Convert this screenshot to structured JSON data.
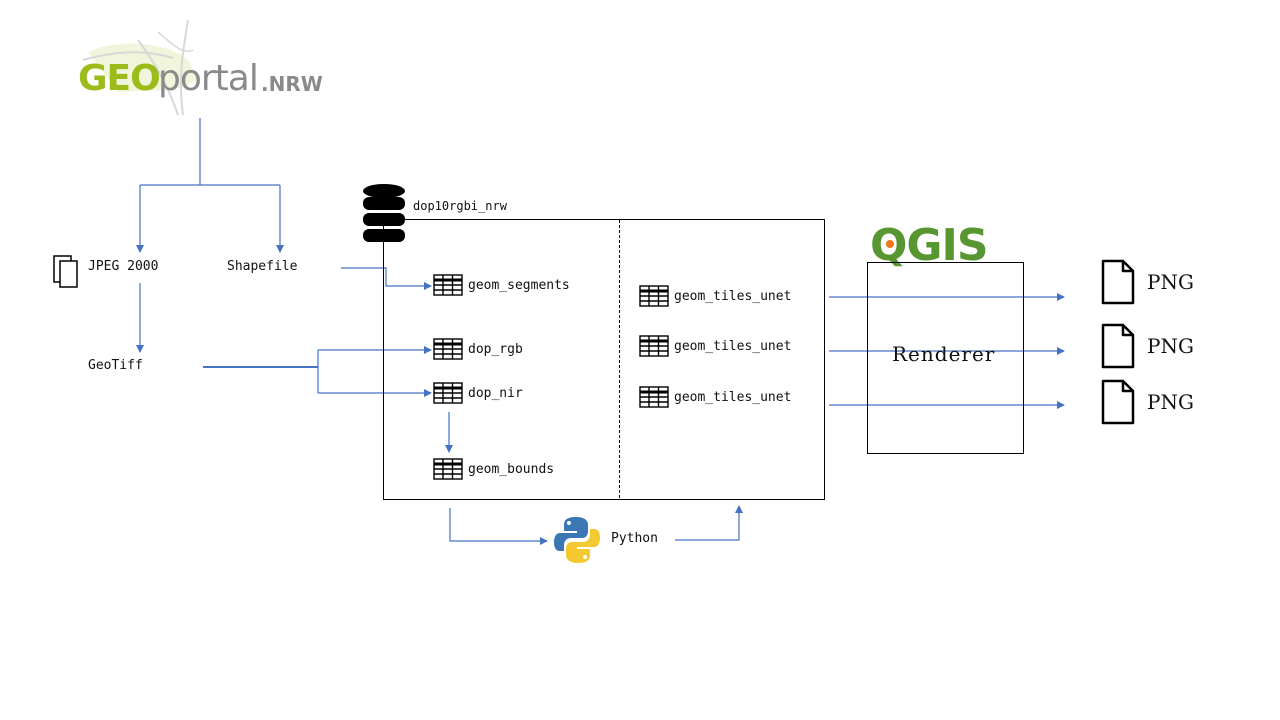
{
  "geoportal": {
    "logo_geo": "GEO",
    "logo_portal": "portal",
    "logo_nrw": ".NRW"
  },
  "sources": {
    "jpeg": "JPEG 2000",
    "shapefile": "Shapefile",
    "geotiff": "GeoTiff"
  },
  "database": {
    "name": "dop10rgbi_nrw",
    "tables_left": [
      "geom_segments",
      "dop_rgb",
      "dop_nir",
      "geom_bounds"
    ],
    "tables_right": [
      "geom_tiles_unet",
      "geom_tiles_unet",
      "geom_tiles_unet"
    ]
  },
  "python": {
    "label": "Python"
  },
  "qgis": {
    "logo": "QGIS",
    "renderer_label": "Renderer"
  },
  "outputs": [
    "PNG",
    "PNG",
    "PNG"
  ],
  "colors": {
    "arrow": "#4472c4",
    "geo_green": "#9cbc1a",
    "portal_gray": "#8a8a8a",
    "qgis_green": "#589632"
  },
  "icons": {
    "database": "database-icon",
    "table": "table-icon",
    "file": "file-icon",
    "files": "files-icon",
    "python": "python-logo-icon"
  }
}
